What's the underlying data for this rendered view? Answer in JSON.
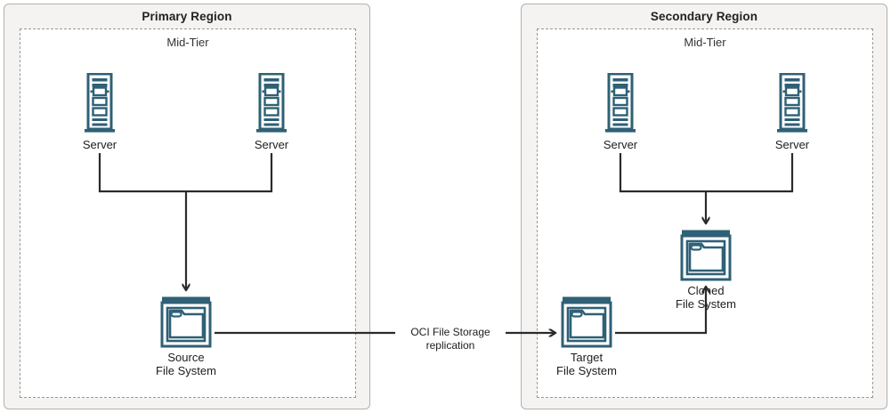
{
  "diagram": {
    "title_hidden": "OCI File Storage cross-region replication architecture",
    "colors": {
      "teal": "#2f6076",
      "line": "#2b2b2b",
      "region_bg": "#f4f3f1",
      "region_border": "#b4b0ab",
      "midtier_border": "#9b9792",
      "text": "#1d1d1d"
    }
  },
  "primary_region": {
    "title": "Primary Region",
    "midtier": {
      "title": "Mid-Tier"
    },
    "servers": [
      {
        "label": "Server",
        "icon": "server-icon"
      },
      {
        "label": "Server",
        "icon": "server-icon"
      }
    ],
    "storage": {
      "label": "Source\nFile System",
      "icon": "file-system-icon"
    }
  },
  "secondary_region": {
    "title": "Secondary Region",
    "midtier": {
      "title": "Mid-Tier"
    },
    "servers": [
      {
        "label": "Server",
        "icon": "server-icon"
      },
      {
        "label": "Server",
        "icon": "server-icon"
      }
    ],
    "cloned_storage": {
      "label": "Cloned\nFile System",
      "icon": "file-system-icon"
    },
    "target_storage": {
      "label": "Target\nFile System",
      "icon": "file-system-icon"
    }
  },
  "connection": {
    "label": "OCI File Storage\nreplication"
  }
}
